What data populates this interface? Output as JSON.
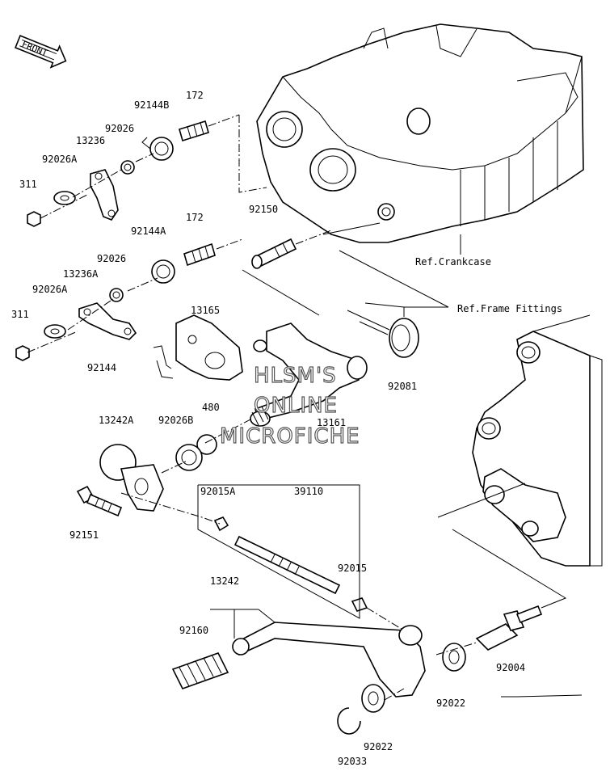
{
  "direction_marker": {
    "text": "FRONT",
    "icon": "front-arrow-icon"
  },
  "references": {
    "crankcase": "Ref.Crankcase",
    "frame_fittings": "Ref.Frame Fittings"
  },
  "watermark": {
    "line1": "HLSM'S",
    "line2": "ONLINE",
    "line3": "MICROFICHE"
  },
  "part_labels": [
    "172",
    "92144B",
    "92026",
    "13236",
    "92026A",
    "311",
    "172",
    "92144A",
    "92150",
    "92026",
    "13236A",
    "92026A",
    "311",
    "13165",
    "92144",
    "92081",
    "480",
    "13242A",
    "92026B",
    "13161",
    "92015A",
    "39110",
    "92151",
    "92015",
    "13242",
    "92160",
    "92004",
    "92022",
    "92022",
    "92033"
  ]
}
